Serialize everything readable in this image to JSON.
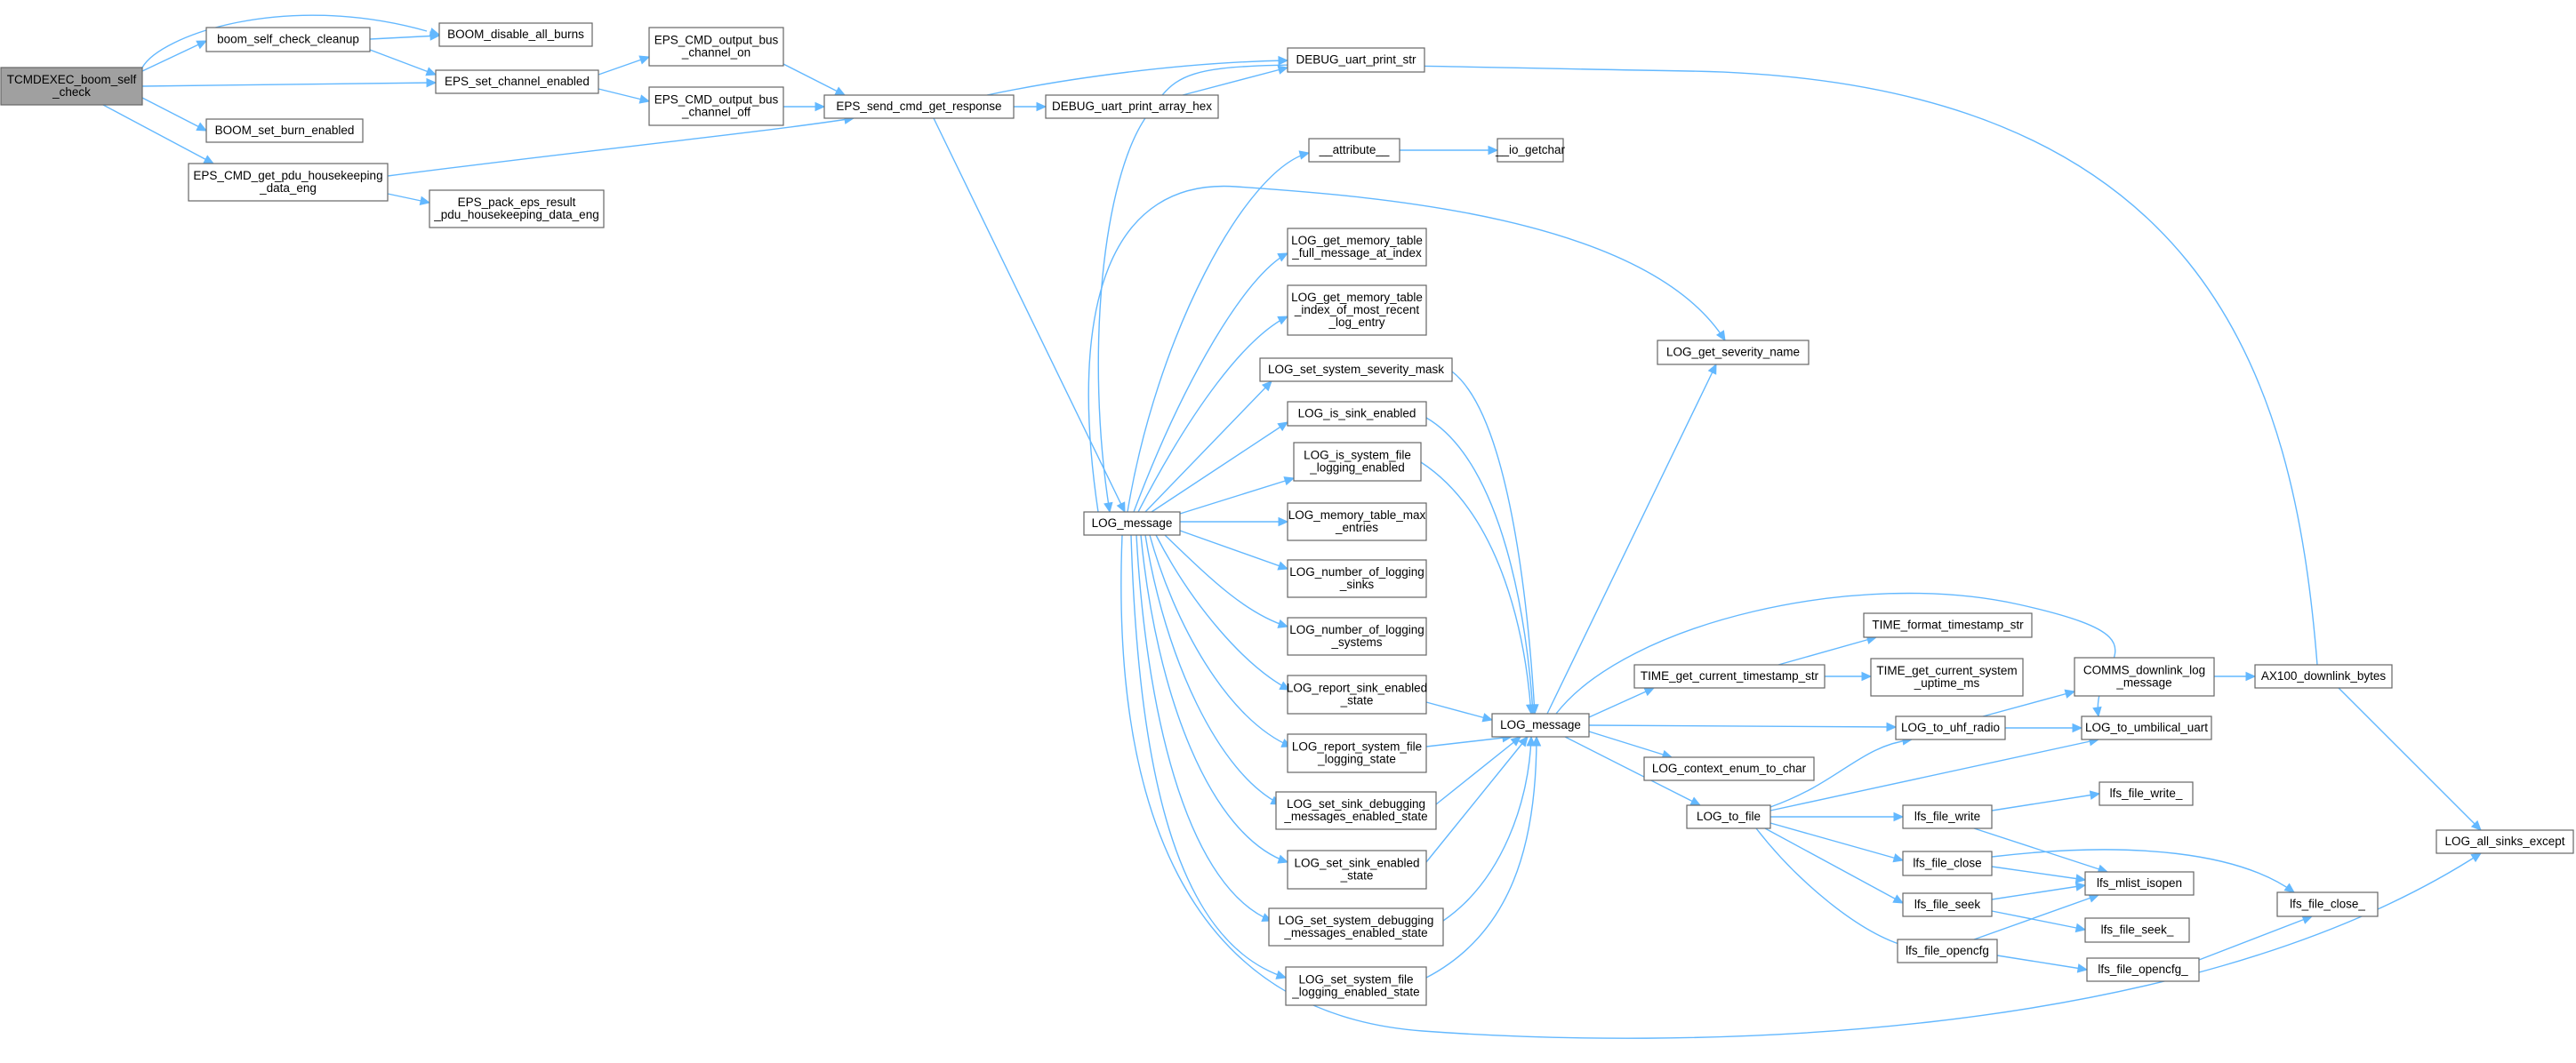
{
  "colors": {
    "edge": "#63b8ff",
    "node_fill": "#ffffff",
    "node_border": "#666666",
    "root_fill": "#a0a0a0",
    "truncated_border": "#ff0000",
    "text": "#000000"
  },
  "nodes": [
    {
      "id": "root",
      "lines": [
        "TCMDEXEC_boom_self",
        "_check"
      ],
      "style": "root"
    },
    {
      "id": "boom_cleanup",
      "lines": [
        "boom_self_check_cleanup"
      ],
      "style": "normal"
    },
    {
      "id": "boom_disable",
      "lines": [
        "BOOM_disable_all_burns"
      ],
      "style": "normal"
    },
    {
      "id": "eps_set_channel",
      "lines": [
        "EPS_set_channel_enabled"
      ],
      "style": "normal"
    },
    {
      "id": "boom_set_burn",
      "lines": [
        "BOOM_set_burn_enabled"
      ],
      "style": "normal"
    },
    {
      "id": "eps_pdu_housekeeping",
      "lines": [
        "EPS_CMD_get_pdu_housekeeping",
        "_data_eng"
      ],
      "style": "normal"
    },
    {
      "id": "eps_pack",
      "lines": [
        "EPS_pack_eps_result",
        "_pdu_housekeeping_data_eng"
      ],
      "style": "normal"
    },
    {
      "id": "eps_bus_on",
      "lines": [
        "EPS_CMD_output_bus",
        "_channel_on"
      ],
      "style": "normal"
    },
    {
      "id": "eps_bus_off",
      "lines": [
        "EPS_CMD_output_bus",
        "_channel_off"
      ],
      "style": "normal"
    },
    {
      "id": "eps_send",
      "lines": [
        "EPS_send_cmd_get_response"
      ],
      "style": "normal"
    },
    {
      "id": "debug_print_str",
      "lines": [
        "DEBUG_uart_print_str"
      ],
      "style": "normal"
    },
    {
      "id": "debug_print_hex",
      "lines": [
        "DEBUG_uart_print_array_hex"
      ],
      "style": "normal"
    },
    {
      "id": "attribute",
      "lines": [
        "__attribute__"
      ],
      "style": "normal"
    },
    {
      "id": "io_getchar",
      "lines": [
        "__io_getchar"
      ],
      "style": "normal"
    },
    {
      "id": "log_mem_full",
      "lines": [
        "LOG_get_memory_table",
        "_full_message_at_index"
      ],
      "style": "normal"
    },
    {
      "id": "log_mem_recent",
      "lines": [
        "LOG_get_memory_table",
        "_index_of_most_recent",
        "_log_entry"
      ],
      "style": "normal"
    },
    {
      "id": "log_sev_mask",
      "lines": [
        "LOG_set_system_severity_mask"
      ],
      "style": "normal"
    },
    {
      "id": "log_sink_enabled",
      "lines": [
        "LOG_is_sink_enabled"
      ],
      "style": "normal"
    },
    {
      "id": "log_sysfile_enabled",
      "lines": [
        "LOG_is_system_file",
        "_logging_enabled"
      ],
      "style": "normal"
    },
    {
      "id": "log_mem_max",
      "lines": [
        "LOG_memory_table_max",
        "_entries"
      ],
      "style": "normal"
    },
    {
      "id": "log_num_sinks",
      "lines": [
        "LOG_number_of_logging",
        "_sinks"
      ],
      "style": "normal"
    },
    {
      "id": "log_num_systems",
      "lines": [
        "LOG_number_of_logging",
        "_systems"
      ],
      "style": "normal"
    },
    {
      "id": "log_report_sink",
      "lines": [
        "LOG_report_sink_enabled",
        "_state"
      ],
      "style": "normal"
    },
    {
      "id": "log_report_sysfile",
      "lines": [
        "LOG_report_system_file",
        "_logging_state"
      ],
      "style": "normal"
    },
    {
      "id": "log_set_sink_debug",
      "lines": [
        "LOG_set_sink_debugging",
        "_messages_enabled_state"
      ],
      "style": "normal"
    },
    {
      "id": "log_set_sink_enabled",
      "lines": [
        "LOG_set_sink_enabled",
        "_state"
      ],
      "style": "normal"
    },
    {
      "id": "log_set_sys_debug",
      "lines": [
        "LOG_set_system_debugging",
        "_messages_enabled_state"
      ],
      "style": "normal"
    },
    {
      "id": "log_set_sys_file",
      "lines": [
        "LOG_set_system_file",
        "_logging_enabled_state"
      ],
      "style": "normal"
    },
    {
      "id": "log_message_1",
      "lines": [
        "LOG_message"
      ],
      "style": "normal"
    },
    {
      "id": "log_message_2",
      "lines": [
        "LOG_message"
      ],
      "style": "normal"
    },
    {
      "id": "log_sev_name",
      "lines": [
        "LOG_get_severity_name"
      ],
      "style": "normal"
    },
    {
      "id": "time_fmt",
      "lines": [
        "TIME_format_timestamp_str"
      ],
      "style": "truncated"
    },
    {
      "id": "time_cur_ts",
      "lines": [
        "TIME_get_current_timestamp_str"
      ],
      "style": "normal"
    },
    {
      "id": "time_uptime",
      "lines": [
        "TIME_get_current_system",
        "_uptime_ms"
      ],
      "style": "normal"
    },
    {
      "id": "log_ctx_enum",
      "lines": [
        "LOG_context_enum_to_char"
      ],
      "style": "normal"
    },
    {
      "id": "log_to_file",
      "lines": [
        "LOG_to_file"
      ],
      "style": "normal"
    },
    {
      "id": "log_to_uhf",
      "lines": [
        "LOG_to_uhf_radio"
      ],
      "style": "normal"
    },
    {
      "id": "log_to_umb",
      "lines": [
        "LOG_to_umbilical_uart"
      ],
      "style": "normal"
    },
    {
      "id": "comms_downlink",
      "lines": [
        "COMMS_downlink_log",
        "_message"
      ],
      "style": "normal"
    },
    {
      "id": "ax100",
      "lines": [
        "AX100_downlink_bytes"
      ],
      "style": "truncated"
    },
    {
      "id": "log_all_sinks",
      "lines": [
        "LOG_all_sinks_except"
      ],
      "style": "normal"
    },
    {
      "id": "lfs_write",
      "lines": [
        "lfs_file_write"
      ],
      "style": "normal"
    },
    {
      "id": "lfs_write_",
      "lines": [
        "lfs_file_write_"
      ],
      "style": "truncated"
    },
    {
      "id": "lfs_close",
      "lines": [
        "lfs_file_close"
      ],
      "style": "normal"
    },
    {
      "id": "lfs_seek",
      "lines": [
        "lfs_file_seek"
      ],
      "style": "normal"
    },
    {
      "id": "lfs_mlist",
      "lines": [
        "lfs_mlist_isopen"
      ],
      "style": "normal"
    },
    {
      "id": "lfs_seek_",
      "lines": [
        "lfs_file_seek_"
      ],
      "style": "truncated"
    },
    {
      "id": "lfs_opencfg",
      "lines": [
        "lfs_file_opencfg"
      ],
      "style": "normal"
    },
    {
      "id": "lfs_opencfg_",
      "lines": [
        "lfs_file_opencfg_"
      ],
      "style": "truncated"
    },
    {
      "id": "lfs_close_",
      "lines": [
        "lfs_file_close_"
      ],
      "style": "truncated"
    }
  ],
  "edges": [
    [
      "root",
      "boom_cleanup"
    ],
    [
      "root",
      "boom_disable"
    ],
    [
      "root",
      "eps_set_channel"
    ],
    [
      "root",
      "boom_set_burn"
    ],
    [
      "root",
      "eps_pdu_housekeeping"
    ],
    [
      "boom_cleanup",
      "boom_disable"
    ],
    [
      "boom_cleanup",
      "eps_set_channel"
    ],
    [
      "eps_set_channel",
      "eps_bus_on"
    ],
    [
      "eps_set_channel",
      "eps_bus_off"
    ],
    [
      "eps_bus_on",
      "eps_send"
    ],
    [
      "eps_bus_off",
      "eps_send"
    ],
    [
      "eps_pdu_housekeeping",
      "eps_send"
    ],
    [
      "eps_pdu_housekeeping",
      "eps_pack"
    ],
    [
      "eps_send",
      "debug_print_str"
    ],
    [
      "eps_send",
      "debug_print_hex"
    ],
    [
      "eps_send",
      "log_message_1"
    ],
    [
      "debug_print_hex",
      "debug_print_str"
    ],
    [
      "attribute",
      "io_getchar"
    ],
    [
      "log_message_1",
      "attribute"
    ],
    [
      "log_message_1",
      "log_mem_full"
    ],
    [
      "log_message_1",
      "log_mem_recent"
    ],
    [
      "log_message_1",
      "log_sev_mask"
    ],
    [
      "log_message_1",
      "log_sink_enabled"
    ],
    [
      "log_message_1",
      "log_sysfile_enabled"
    ],
    [
      "log_message_1",
      "log_mem_max"
    ],
    [
      "log_message_1",
      "log_num_sinks"
    ],
    [
      "log_message_1",
      "log_num_systems"
    ],
    [
      "log_message_1",
      "log_report_sink"
    ],
    [
      "log_message_1",
      "log_report_sysfile"
    ],
    [
      "log_message_1",
      "log_set_sink_debug"
    ],
    [
      "log_message_1",
      "log_set_sink_enabled"
    ],
    [
      "log_message_1",
      "log_set_sys_debug"
    ],
    [
      "log_message_1",
      "log_set_sys_file"
    ],
    [
      "log_message_1",
      "log_sev_name"
    ],
    [
      "log_message_1",
      "log_all_sinks"
    ],
    [
      "ax100",
      "log_message_1"
    ],
    [
      "log_sev_mask",
      "log_message_2"
    ],
    [
      "log_sink_enabled",
      "log_message_2"
    ],
    [
      "log_sysfile_enabled",
      "log_message_2"
    ],
    [
      "log_report_sink",
      "log_message_2"
    ],
    [
      "log_report_sysfile",
      "log_message_2"
    ],
    [
      "log_set_sink_debug",
      "log_message_2"
    ],
    [
      "log_set_sink_enabled",
      "log_message_2"
    ],
    [
      "log_set_sys_debug",
      "log_message_2"
    ],
    [
      "log_set_sys_file",
      "log_message_2"
    ],
    [
      "log_message_2",
      "log_sev_name"
    ],
    [
      "log_message_2",
      "time_cur_ts"
    ],
    [
      "log_message_2",
      "log_to_uhf"
    ],
    [
      "log_message_2",
      "log_ctx_enum"
    ],
    [
      "log_message_2",
      "log_to_file"
    ],
    [
      "log_message_2",
      "log_to_umb"
    ],
    [
      "time_cur_ts",
      "time_fmt"
    ],
    [
      "time_cur_ts",
      "time_uptime"
    ],
    [
      "log_to_uhf",
      "comms_downlink"
    ],
    [
      "log_to_uhf",
      "log_to_umb"
    ],
    [
      "log_to_file",
      "log_to_uhf"
    ],
    [
      "log_to_file",
      "log_to_umb"
    ],
    [
      "log_to_file",
      "lfs_write"
    ],
    [
      "log_to_file",
      "lfs_close"
    ],
    [
      "log_to_file",
      "lfs_seek"
    ],
    [
      "log_to_file",
      "lfs_opencfg"
    ],
    [
      "comms_downlink",
      "ax100"
    ],
    [
      "ax100",
      "log_all_sinks"
    ],
    [
      "lfs_write",
      "lfs_write_"
    ],
    [
      "lfs_write",
      "lfs_mlist"
    ],
    [
      "lfs_close",
      "lfs_mlist"
    ],
    [
      "lfs_close",
      "lfs_close_"
    ],
    [
      "lfs_seek",
      "lfs_mlist"
    ],
    [
      "lfs_seek",
      "lfs_seek_"
    ],
    [
      "lfs_opencfg",
      "lfs_mlist"
    ],
    [
      "lfs_opencfg",
      "lfs_opencfg_"
    ],
    [
      "lfs_opencfg_",
      "lfs_close_"
    ]
  ]
}
